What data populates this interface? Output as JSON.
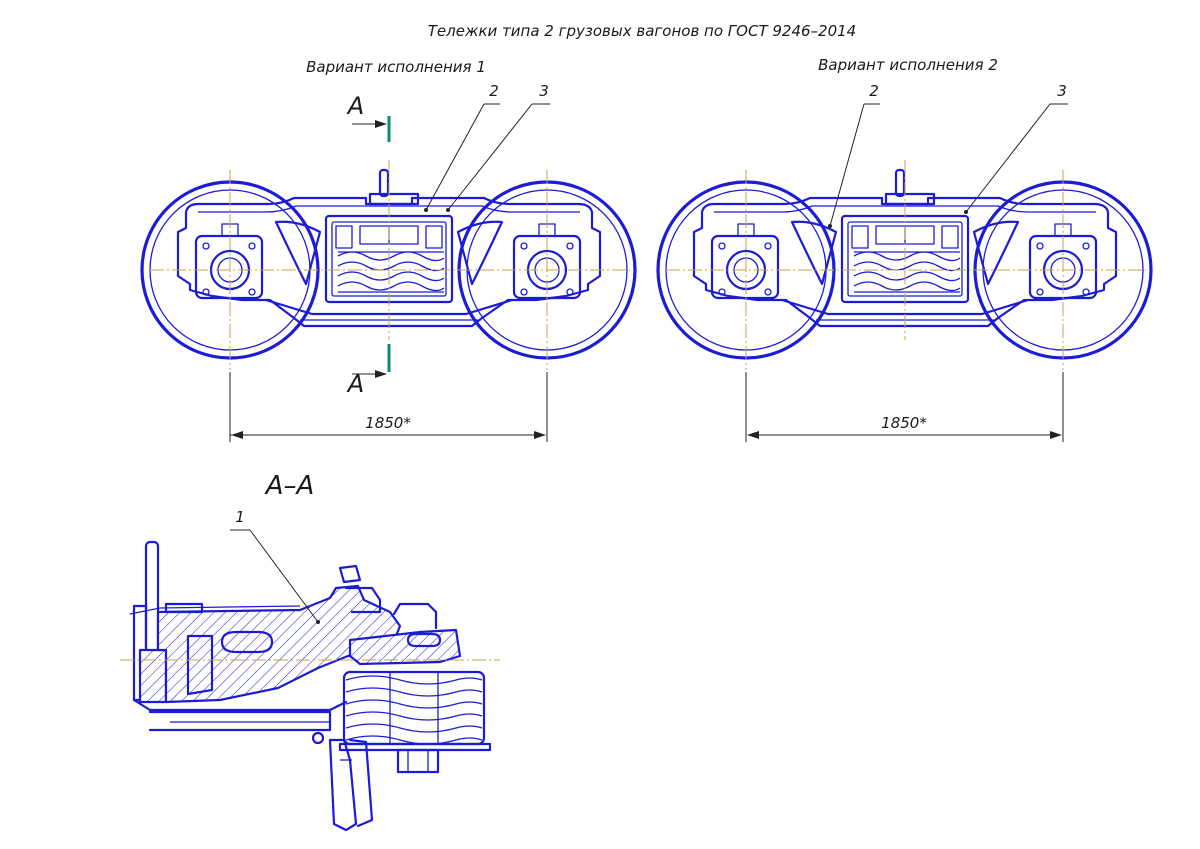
{
  "title": "Тележки типа 2 грузовых вагонов по ГОСТ 9246–2014",
  "variant1": {
    "label": "Вариант исполнения 1",
    "callout_2": "2",
    "callout_3": "3",
    "section_mark_top": "А",
    "section_mark_bottom": "А",
    "dimension": "1850*"
  },
  "variant2": {
    "label": "Вариант исполнения 2",
    "callout_2": "2",
    "callout_3": "3",
    "dimension": "1850*"
  },
  "section": {
    "label": "А–А",
    "callout_1": "1"
  },
  "colors": {
    "outline": "#1c1cd6",
    "axis": "#c9a24a",
    "section_line": "#0a8a78"
  }
}
